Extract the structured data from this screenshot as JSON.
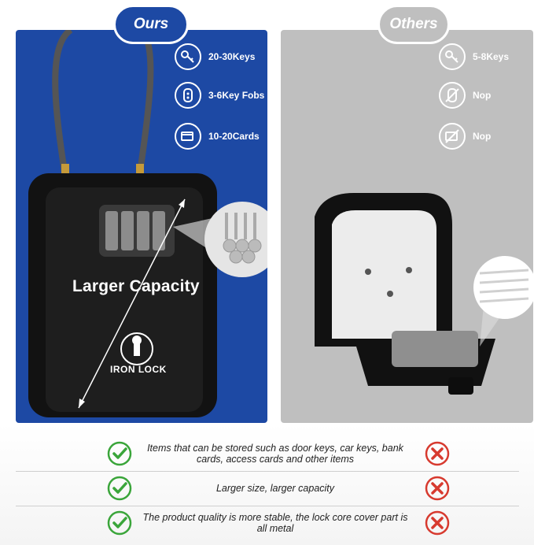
{
  "ours": {
    "badge": "Ours",
    "features": [
      {
        "icon": "keys-icon",
        "label": "20-30Keys"
      },
      {
        "icon": "key-fob-icon",
        "label": "3-6Key Fobs"
      },
      {
        "icon": "cards-icon",
        "label": "10-20Cards"
      }
    ],
    "capacity_label": "Larger Capacity",
    "brand": "IRON LOCK"
  },
  "others": {
    "badge": "Others",
    "features": [
      {
        "icon": "keys-icon",
        "label": "5-8Keys"
      },
      {
        "icon": "key-fob-crossed-icon",
        "label": "Nop"
      },
      {
        "icon": "cards-crossed-icon",
        "label": "Nop"
      }
    ]
  },
  "comparison": [
    {
      "text": "Items that can be stored such as door keys, car keys, bank cards, access cards and other items"
    },
    {
      "text": "Larger size, larger capacity"
    },
    {
      "text": "The product quality is more stable, the lock core cover part is all metal"
    }
  ],
  "colors": {
    "ours_panel": "#1d49a4",
    "others_panel": "#bfbfbf",
    "check": "#3aa53a",
    "cross": "#d73a2f"
  }
}
